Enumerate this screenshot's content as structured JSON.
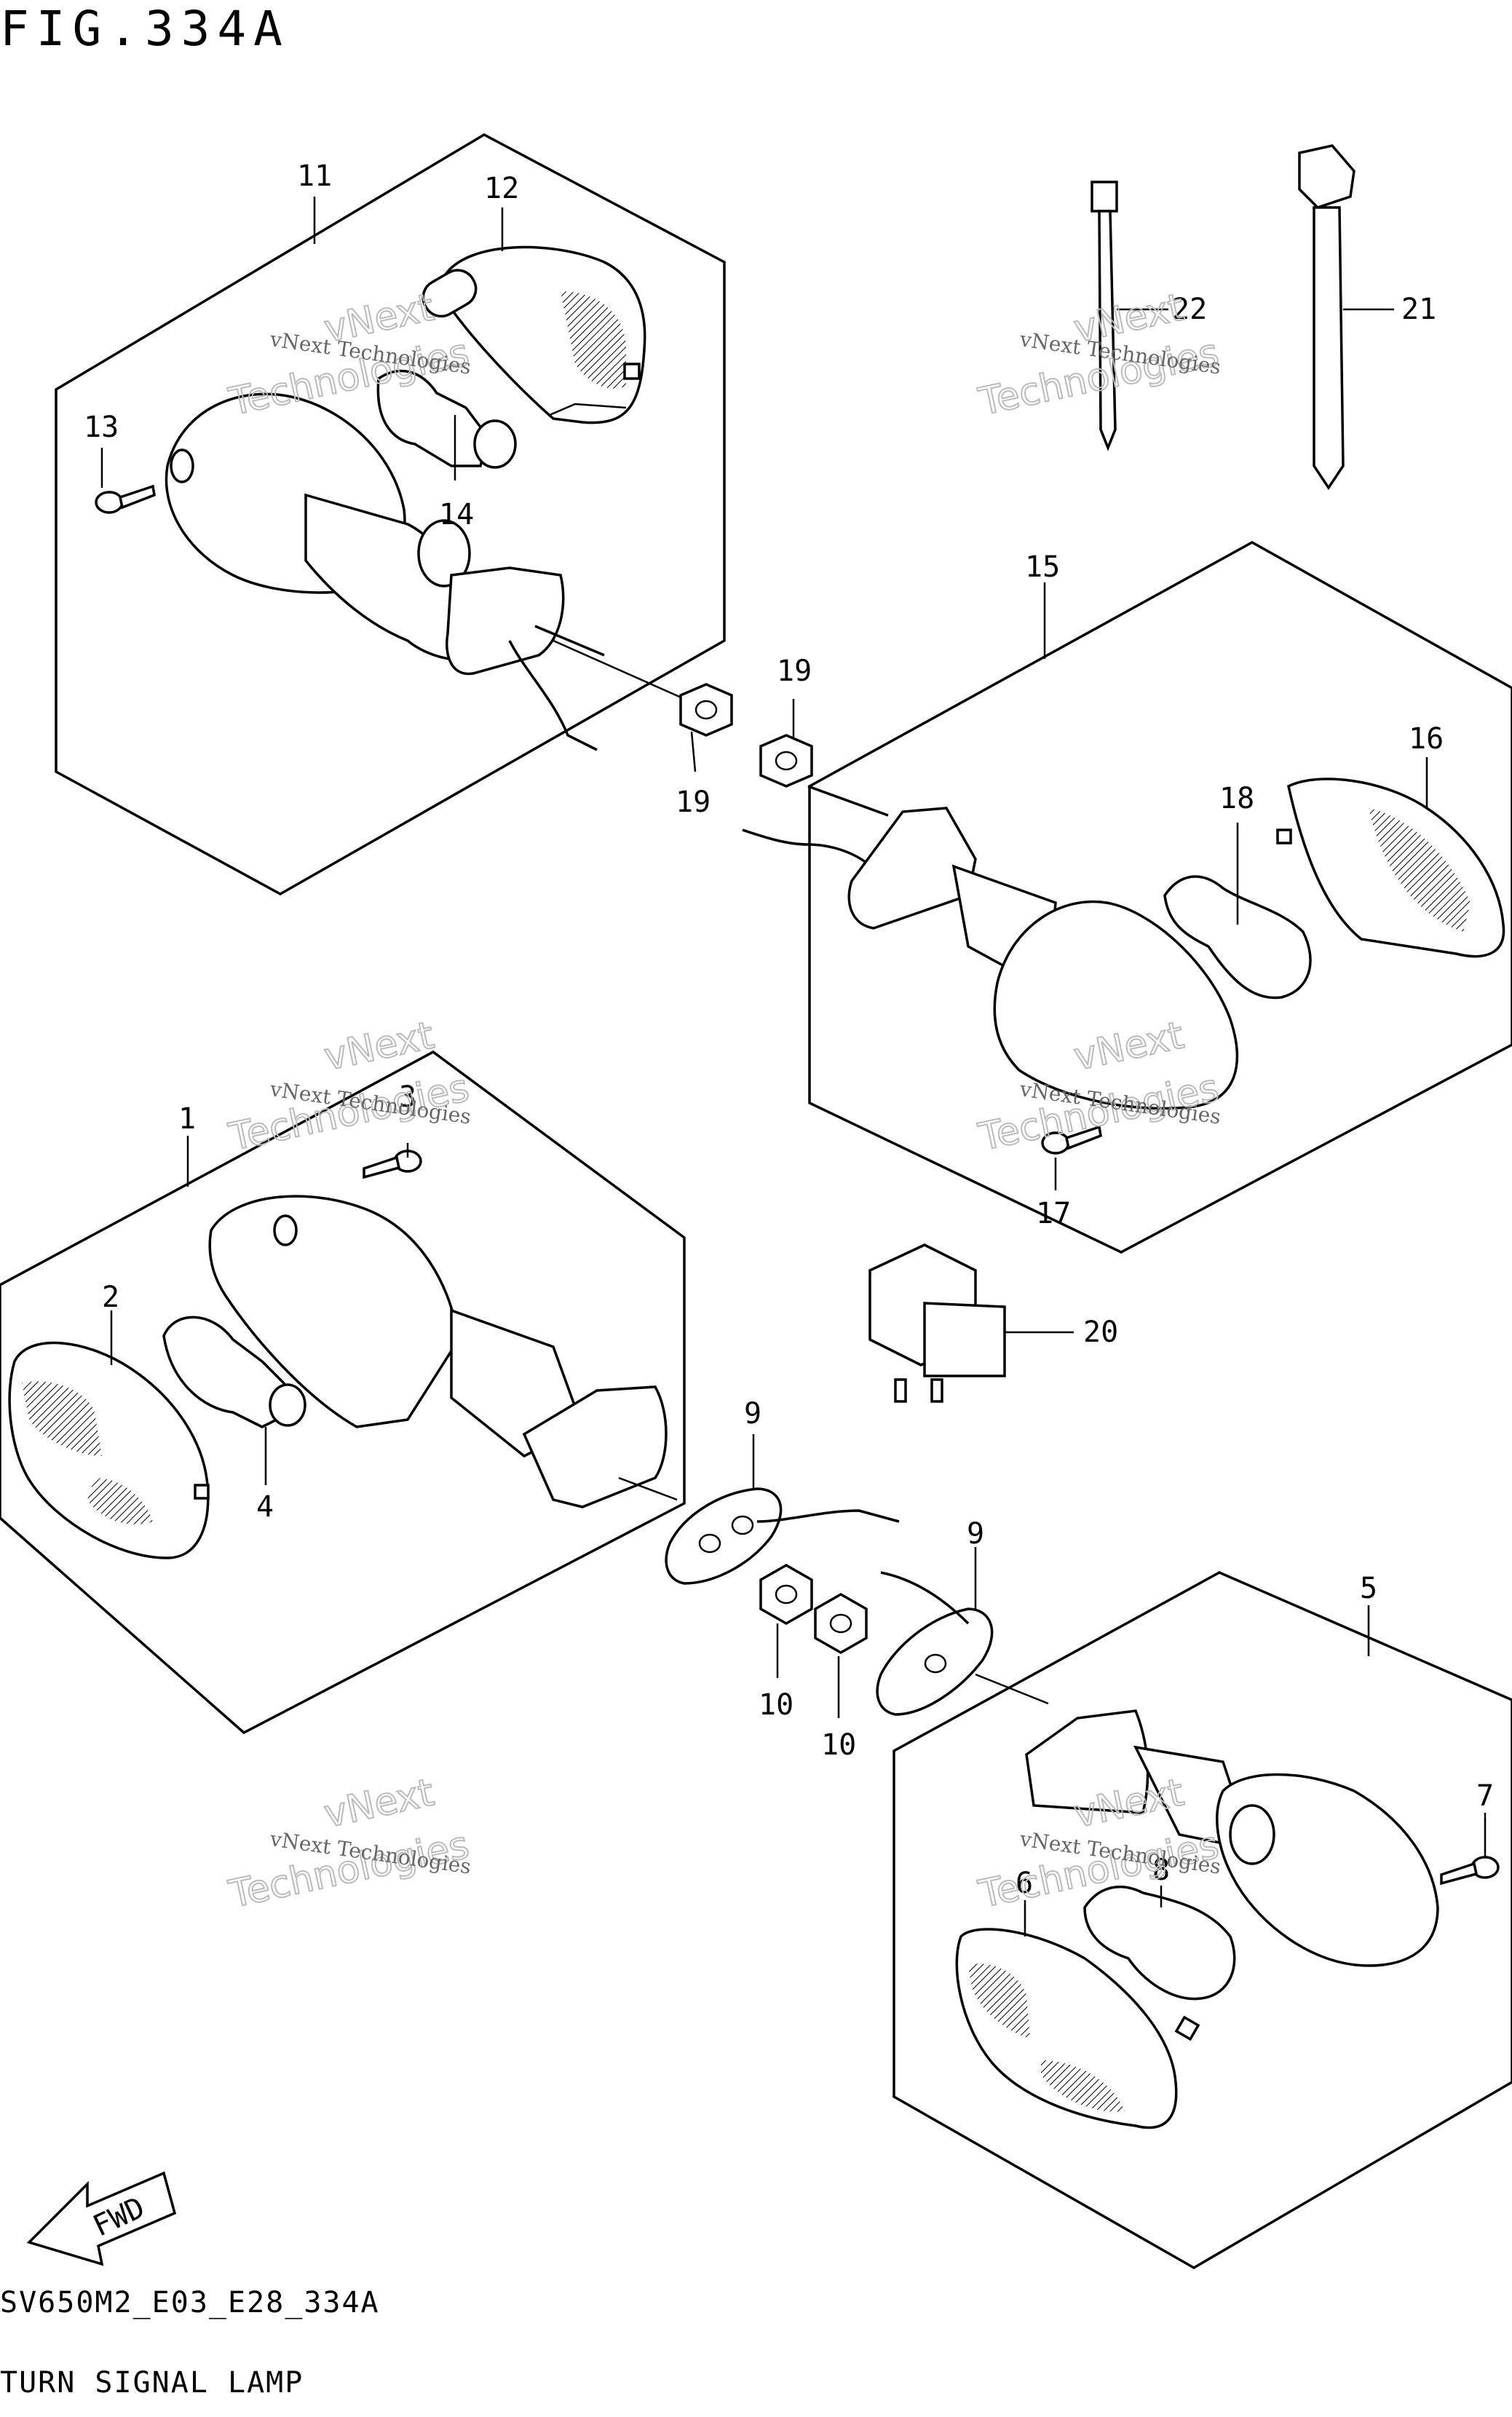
{
  "figure": {
    "title": "FIG.334A",
    "footer_code": "SV650M2_E03_E28_334A",
    "footer_title": "TURN SIGNAL LAMP",
    "fwd_label": "FWD"
  },
  "watermark": {
    "line1": "vNext Technologies",
    "line2": "vNext",
    "line3": "Technologies"
  },
  "callouts": {
    "c1": "1",
    "c2": "2",
    "c3": "3",
    "c4": "4",
    "c5": "5",
    "c6": "6",
    "c7": "7",
    "c8": "8",
    "c9a": "9",
    "c9b": "9",
    "c10a": "10",
    "c10b": "10",
    "c11": "11",
    "c12": "12",
    "c13": "13",
    "c14": "14",
    "c15": "15",
    "c16": "16",
    "c17": "17",
    "c18": "18",
    "c19a": "19",
    "c19b": "19",
    "c20": "20",
    "c21": "21",
    "c22": "22"
  }
}
